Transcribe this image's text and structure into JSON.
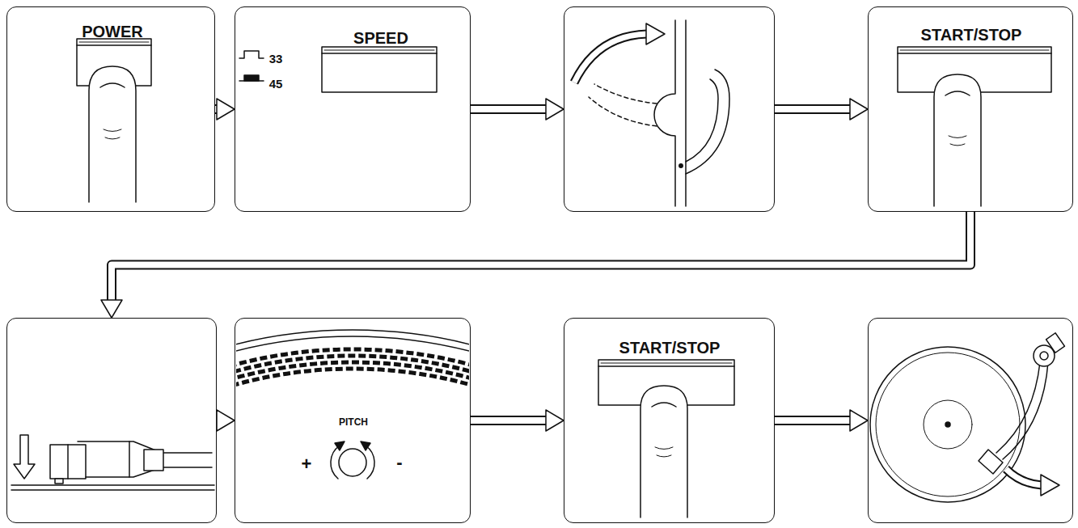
{
  "diagram": {
    "nodes": [
      {
        "text": [
          "POWER"
        ]
      },
      {
        "text": [
          "SPEED",
          "33",
          "45"
        ]
      },
      {
        "text": []
      },
      {
        "text": [
          "START/STOP"
        ]
      },
      {
        "text": []
      },
      {
        "text": [
          "PITCH",
          "+",
          "-"
        ]
      },
      {
        "text": [
          "START/STOP"
        ]
      },
      {
        "text": []
      }
    ],
    "edges": [
      {
        "from": 0,
        "to": 1,
        "arrow": "to"
      },
      {
        "from": 1,
        "to": 2,
        "arrow": "to"
      },
      {
        "from": 2,
        "to": 3,
        "arrow": "to"
      },
      {
        "from": 3,
        "to": 4,
        "arrow": "to"
      },
      {
        "from": 4,
        "to": 5,
        "arrow": "to"
      },
      {
        "from": 5,
        "to": 6,
        "arrow": "to"
      },
      {
        "from": 6,
        "to": 7,
        "arrow": "to"
      }
    ]
  }
}
